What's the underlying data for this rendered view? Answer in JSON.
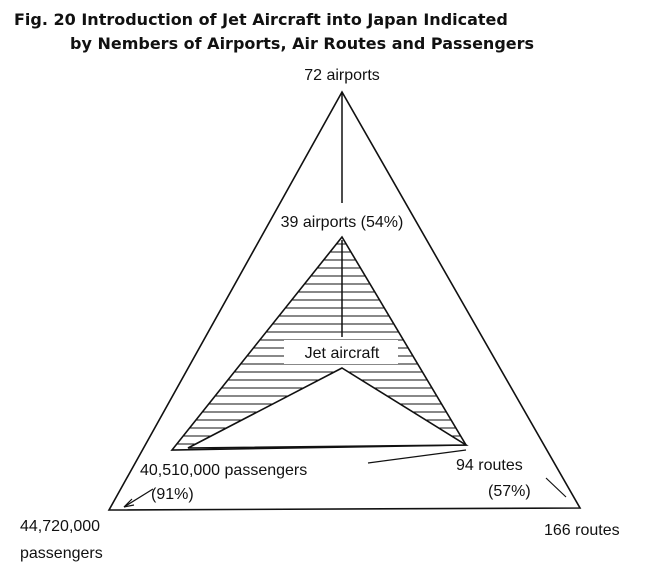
{
  "figure": {
    "title_line1": "Fig. 20  Introduction of Jet Aircraft into Japan Indicated",
    "title_line2": "by Nembers of Airports, Air Routes and Passengers"
  },
  "labels": {
    "outer_top": "72 airports",
    "inner_top": "39 airports (54%)",
    "center": "Jet aircraft",
    "inner_left": "40,510,000 passengers",
    "inner_left_pct": "(91%)",
    "inner_right": "94 routes",
    "inner_right_pct": "(57%)",
    "outer_left_1": "44,720,000",
    "outer_left_2": "passengers",
    "outer_right": "166 routes"
  },
  "colors": {
    "ink": "#111111",
    "background": "#ffffff"
  }
}
